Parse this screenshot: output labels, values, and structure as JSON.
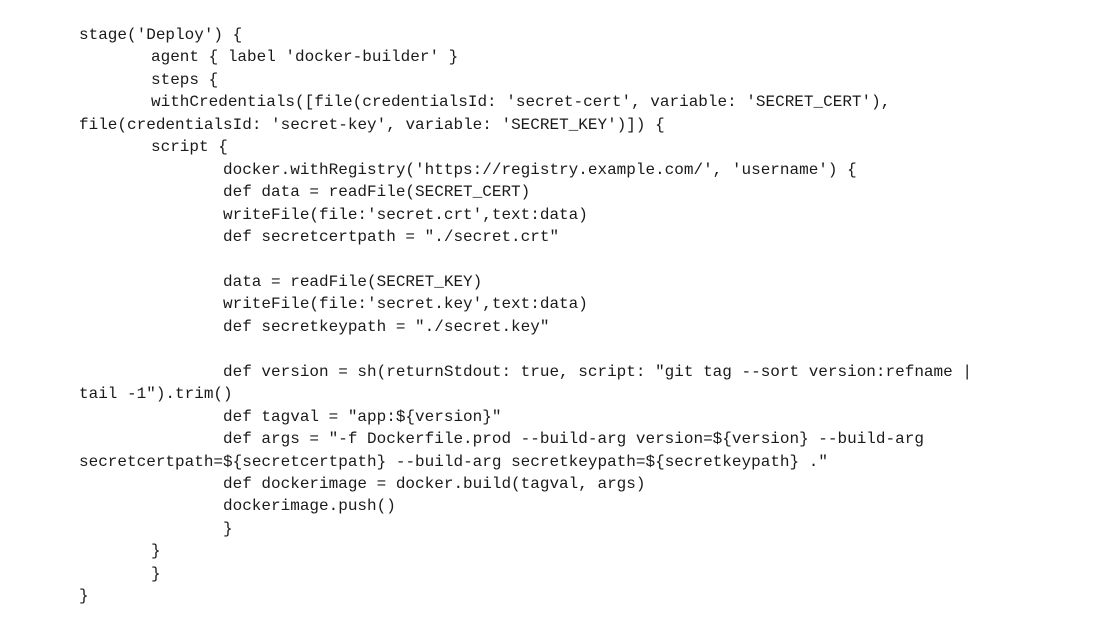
{
  "code_lines": [
    {
      "indent": 0,
      "text": "stage('Deploy') {"
    },
    {
      "indent": 1,
      "text": "agent { label 'docker-builder' }"
    },
    {
      "indent": 1,
      "text": "steps {"
    },
    {
      "indent": 1,
      "text": "withCredentials([file(credentialsId: 'secret-cert', variable: 'SECRET_CERT'),"
    },
    {
      "indent": 0,
      "text": "file(credentialsId: 'secret-key', variable: 'SECRET_KEY')]) {"
    },
    {
      "indent": 1,
      "text": "script {"
    },
    {
      "indent": 2,
      "text": "docker.withRegistry('https://registry.example.com/', 'username') {"
    },
    {
      "indent": 2,
      "text": "def data = readFile(SECRET_CERT)"
    },
    {
      "indent": 2,
      "text": "writeFile(file:'secret.crt',text:data)"
    },
    {
      "indent": 2,
      "text": "def secretcertpath = \"./secret.crt\""
    },
    {
      "indent": 2,
      "text": ""
    },
    {
      "indent": 2,
      "text": "data = readFile(SECRET_KEY)"
    },
    {
      "indent": 2,
      "text": "writeFile(file:'secret.key',text:data)"
    },
    {
      "indent": 2,
      "text": "def secretkeypath = \"./secret.key\""
    },
    {
      "indent": 2,
      "text": ""
    },
    {
      "indent": 2,
      "text": "def version = sh(returnStdout: true, script: \"git tag --sort version:refname |"
    },
    {
      "indent": 0,
      "text": "tail -1\").trim()"
    },
    {
      "indent": 2,
      "text": "def tagval = \"app:${version}\""
    },
    {
      "indent": 2,
      "text": "def args = \"-f Dockerfile.prod --build-arg version=${version} --build-arg"
    },
    {
      "indent": 0,
      "text": "secretcertpath=${secretcertpath} --build-arg secretkeypath=${secretkeypath} .\""
    },
    {
      "indent": 2,
      "text": "def dockerimage = docker.build(tagval, args)"
    },
    {
      "indent": 2,
      "text": "dockerimage.push()"
    },
    {
      "indent": 2,
      "text": "}"
    },
    {
      "indent": 1,
      "text": "}"
    },
    {
      "indent": 1,
      "text": "}"
    },
    {
      "indent": 0,
      "text": "}"
    }
  ]
}
